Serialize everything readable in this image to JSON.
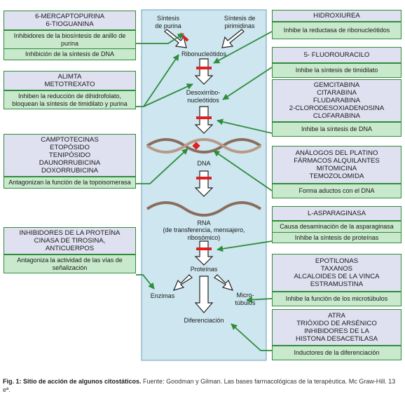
{
  "center": {
    "sintesis_purina": "Síntesis\nde purina",
    "sintesis_pirimidinas": "Síntesis de\npirimidinas",
    "ribonucleotidos": "Ribonucleótidos",
    "desoxirribonucleotidos": "Desoxirribo-\nnucleótidos",
    "dna": "DNA",
    "rna": "RNA",
    "rna_detail": "(de transferencia, mensajero,\nribosómico)",
    "proteinas": "Proteínas",
    "enzimas": "Enzimas",
    "microtubulos": "Micro-\ntúbulos",
    "diferenciacion": "Diferenciación"
  },
  "left_boxes": [
    {
      "drugs": [
        "6-MERCAPTOPURINA",
        "6-TIOGUANINA"
      ],
      "effects": [
        "Inhibidores de la biosíntesis de anillo de purina",
        "Inhibición de la síntesis de DNA"
      ]
    },
    {
      "drugs": [
        "ALIMTA",
        "METOTREXATO"
      ],
      "effects": [
        "Inhiben la reducción de dihidrofolato, bloquean la síntesis de timidilato y purina"
      ]
    },
    {
      "drugs": [
        "CAMPTOTECINAS",
        "ETOPÓSIDO",
        "TENIPÓSIDO",
        "DAUNORRUBICINA",
        "DOXORRUBICINA"
      ],
      "effects": [
        "Antagonizan la función de la topoisomerasa"
      ]
    },
    {
      "drugs": [
        "INHIBIDORES DE LA PROTEÍNA",
        "CINASA DE TIROSINA,",
        "ANTICUERPOS"
      ],
      "effects": [
        "Antagoniza la actividad de las vías de señalización"
      ]
    }
  ],
  "right_boxes": [
    {
      "drugs": [
        "HIDROXIUREA"
      ],
      "effects": [
        "Inhibe la reductasa de ribonucleótidos"
      ]
    },
    {
      "drugs": [
        "5- FLUOROURACILO"
      ],
      "effects": [
        "Inhibe la síntesis de timidilato"
      ]
    },
    {
      "drugs": [
        "GEMCITABINA",
        "CITARABINA",
        "FLUDARABINA",
        "2-CLORODESOXIADENOSINA",
        "CLOFARABINA"
      ],
      "effects": [
        "Inhibe la síntesis de DNA"
      ]
    },
    {
      "drugs": [
        "ANÁLOGOS DEL PLATINO",
        "FÁRMACOS ALQUILANTES",
        "MITOMICINA",
        "TEMOZOLOMIDA"
      ],
      "effects": [
        "Forma aductos con el DNA"
      ]
    },
    {
      "drugs": [
        "L-ASPARAGINASA"
      ],
      "effects": [
        "Causa desaminación de la asparaginasa",
        "Inhibe la síntesis de proteínas"
      ]
    },
    {
      "drugs": [
        "EPOTILONAS",
        "TAXANOS",
        "ALCALOIDES DE LA VINCA",
        "ESTRAMUSTINA"
      ],
      "effects": [
        "Inhibe la función de los microtúbulos"
      ]
    },
    {
      "drugs": [
        "ATRA",
        "TRIÓXIDO DE ARSÉNICO",
        "INHIBIDORES DE LA",
        "HISTONA DESACETILASA"
      ],
      "effects": [
        "Inductores de la diferenciación"
      ]
    }
  ],
  "caption": {
    "bold": "Fig. 1: Sitio de acción de algunos citostáticos.",
    "rest": " Fuente: Goodman y Gilman. Las bases farmacológicas de la terapéutica. Mc Graw-Hill. 13 eª."
  }
}
